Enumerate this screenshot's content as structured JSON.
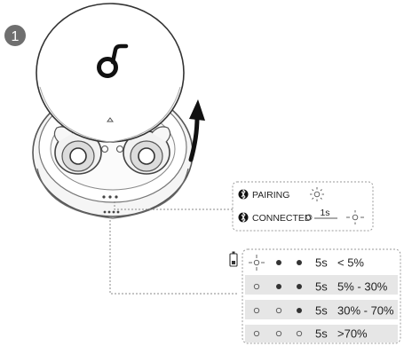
{
  "step": {
    "number": "1"
  },
  "status_box": {
    "pairing_label": "PAIRING",
    "connected_label": "CONNECTED",
    "blink_interval": "1s"
  },
  "battery_table": {
    "rows": [
      {
        "leds": [
          "blink",
          "on",
          "on"
        ],
        "duration": "5s",
        "range": "< 5%"
      },
      {
        "leds": [
          "off",
          "on",
          "on"
        ],
        "duration": "5s",
        "range": "5% - 30%"
      },
      {
        "leds": [
          "off",
          "off",
          "on"
        ],
        "duration": "5s",
        "range": "30% - 70%"
      },
      {
        "leds": [
          "off",
          "off",
          "off"
        ],
        "duration": "5s",
        "range": ">70%"
      }
    ]
  }
}
